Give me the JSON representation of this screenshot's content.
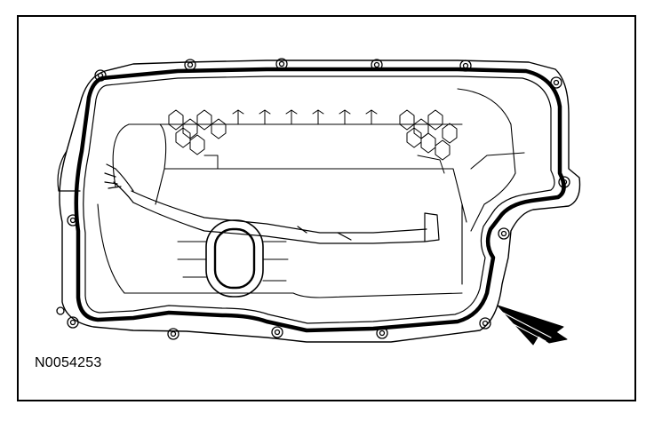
{
  "figure": {
    "id_label": "N0054253",
    "subject": "upper-oil-pan-gasket",
    "arrow_target": "gasket-at-right-lower-corner"
  },
  "colors": {
    "line": "#000000",
    "background": "#ffffff"
  }
}
